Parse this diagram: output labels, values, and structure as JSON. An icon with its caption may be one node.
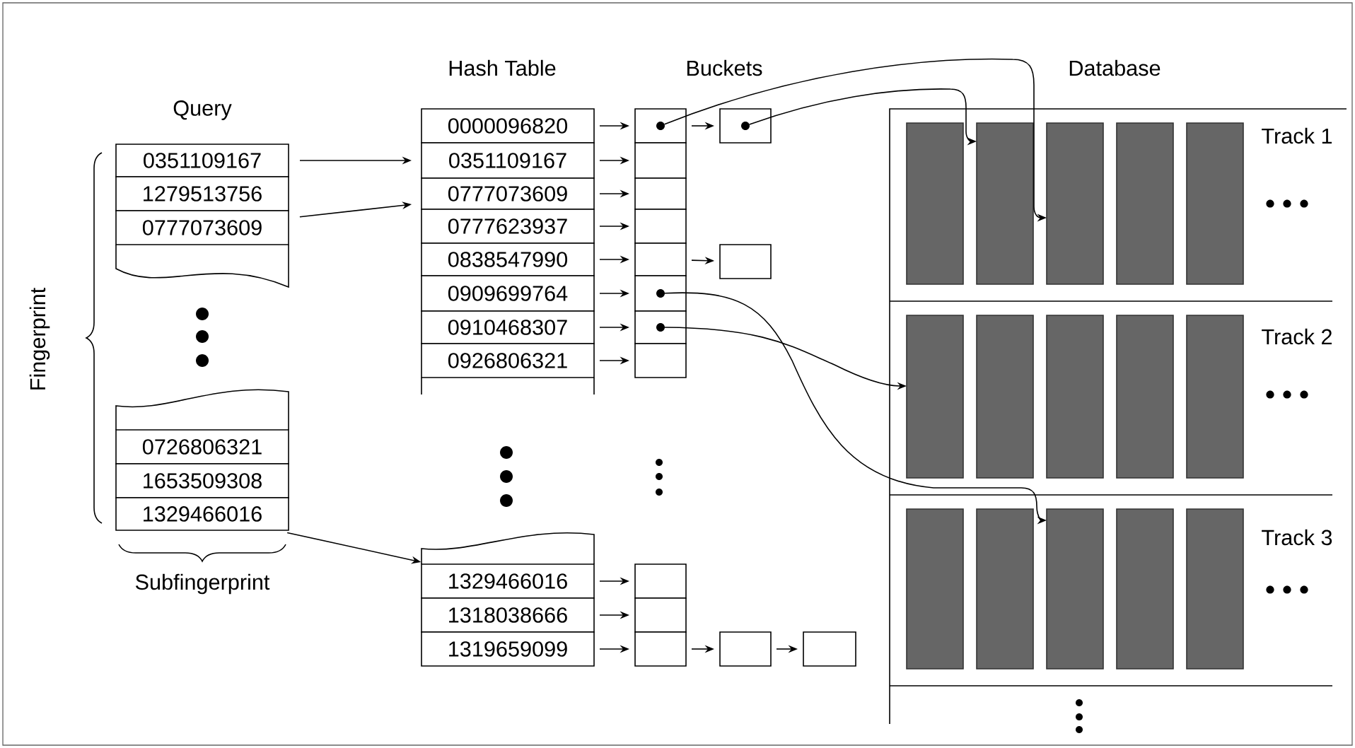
{
  "diagram": {
    "nodes": [
      {
        "text": [
          "0351109167"
        ]
      },
      {
        "text": [
          "1279513756"
        ]
      },
      {
        "text": [
          "0777073609"
        ]
      },
      {
        "text": [
          "0726806321"
        ]
      },
      {
        "text": [
          "1653509308"
        ]
      },
      {
        "text": [
          "1329466016"
        ]
      },
      {
        "text": [
          "0000096820"
        ]
      },
      {
        "text": [
          "0351109167"
        ]
      },
      {
        "text": [
          "0777073609"
        ]
      },
      {
        "text": [
          "0777623937"
        ]
      },
      {
        "text": [
          "0838547990"
        ]
      },
      {
        "text": [
          "0909699764"
        ]
      },
      {
        "text": [
          "0910468307"
        ]
      },
      {
        "text": [
          "0926806321"
        ]
      },
      {
        "text": [
          "1329466016"
        ]
      },
      {
        "text": [
          "1318038666"
        ]
      },
      {
        "text": [
          "1319659099"
        ]
      },
      {
        "text": [],
        "shape": "box"
      },
      {
        "text": [],
        "shape": "box"
      },
      {
        "text": [],
        "shape": "box"
      },
      {
        "text": [],
        "shape": "box"
      },
      {
        "text": [],
        "shape": "box"
      },
      {
        "text": [],
        "shape": "box"
      },
      {
        "text": [],
        "shape": "box"
      },
      {
        "text": [],
        "shape": "box"
      },
      {
        "text": [],
        "shape": "box"
      },
      {
        "text": [],
        "shape": "box"
      },
      {
        "text": [],
        "shape": "box"
      },
      {
        "text": [],
        "shape": "box"
      },
      {
        "text": [],
        "shape": "box"
      },
      {
        "text": [],
        "shape": "box"
      },
      {
        "text": [],
        "shape": "box"
      },
      {
        "text": [
          "Database"
        ]
      },
      {
        "text": [
          "Track 1"
        ],
        "in": 32
      },
      {
        "text": [
          "Track 2"
        ],
        "in": 32
      },
      {
        "text": [
          "Track 3"
        ],
        "in": 32
      },
      {
        "text": [],
        "shape": "bar",
        "in": 33
      },
      {
        "text": [],
        "shape": "bar",
        "in": 33
      },
      {
        "text": [],
        "shape": "bar",
        "in": 33
      },
      {
        "text": [],
        "shape": "bar",
        "in": 33
      },
      {
        "text": [],
        "shape": "bar",
        "in": 33
      },
      {
        "text": [],
        "shape": "bar",
        "in": 34
      },
      {
        "text": [],
        "shape": "bar",
        "in": 34
      },
      {
        "text": [],
        "shape": "bar",
        "in": 34
      },
      {
        "text": [],
        "shape": "bar",
        "in": 34
      },
      {
        "text": [],
        "shape": "bar",
        "in": 34
      },
      {
        "text": [],
        "shape": "bar",
        "in": 35
      },
      {
        "text": [],
        "shape": "bar",
        "in": 35
      },
      {
        "text": [],
        "shape": "bar",
        "in": 35
      },
      {
        "text": [],
        "shape": "bar",
        "in": 35
      },
      {
        "text": [],
        "shape": "bar",
        "in": 35
      }
    ],
    "edges": [
      {
        "from": 0,
        "to": 7,
        "arrow": "to"
      },
      {
        "from": 2,
        "to": 8,
        "arrow": "to"
      },
      {
        "from": 5,
        "to": 14,
        "arrow": "to"
      },
      {
        "from": 6,
        "to": 17,
        "arrow": "to"
      },
      {
        "from": 7,
        "to": 18,
        "arrow": "to"
      },
      {
        "from": 8,
        "to": 19,
        "arrow": "to"
      },
      {
        "from": 9,
        "to": 20,
        "arrow": "to"
      },
      {
        "from": 10,
        "to": 21,
        "arrow": "to"
      },
      {
        "from": 11,
        "to": 22,
        "arrow": "to"
      },
      {
        "from": 12,
        "to": 23,
        "arrow": "to"
      },
      {
        "from": 13,
        "to": 24,
        "arrow": "to"
      },
      {
        "from": 14,
        "to": 27,
        "arrow": "to"
      },
      {
        "from": 15,
        "to": 28,
        "arrow": "to"
      },
      {
        "from": 16,
        "to": 29,
        "arrow": "to"
      },
      {
        "from": 17,
        "to": 25,
        "arrow": "to"
      },
      {
        "from": 21,
        "to": 26,
        "arrow": "to"
      },
      {
        "from": 29,
        "to": 30,
        "arrow": "to"
      },
      {
        "from": 30,
        "to": 31,
        "arrow": "to"
      },
      {
        "from": 17,
        "to": 38,
        "arrow": "to"
      },
      {
        "from": 25,
        "to": 37,
        "arrow": "to"
      },
      {
        "from": 22,
        "to": 48,
        "arrow": "to"
      },
      {
        "from": 23,
        "to": 41,
        "arrow": "to"
      }
    ],
    "labels": [
      "Query",
      "Hash Table",
      "Buckets",
      "Fingerprint",
      "Subfingerprint"
    ]
  }
}
